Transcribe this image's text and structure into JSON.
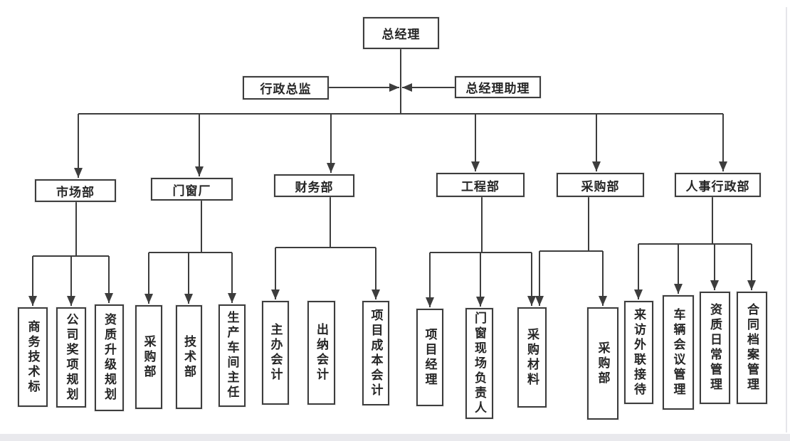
{
  "page": {
    "background": "#ffffff",
    "footer_strip_color": "#e9e9ed"
  },
  "org_chart": {
    "type": "org-tree",
    "line_color": "#3d3d3d",
    "box_border_color": "#3d3d3d",
    "text_color": "#262626",
    "root": {
      "label": "总经理"
    },
    "staff_left": {
      "label": "行政总监"
    },
    "staff_right": {
      "label": "总经理助理"
    },
    "departments": [
      {
        "label": "市场部",
        "children": [
          {
            "label": "商务技术标"
          },
          {
            "label": "公司奖项规划"
          },
          {
            "label": "资质升级规划"
          }
        ]
      },
      {
        "label": "门窗厂",
        "children": [
          {
            "label": "采购部"
          },
          {
            "label": "技术部"
          },
          {
            "label": "生产车间主任"
          }
        ]
      },
      {
        "label": "财务部",
        "children": [
          {
            "label": "主办会计"
          },
          {
            "label": "出纳会计"
          },
          {
            "label": "项目成本会计"
          }
        ]
      },
      {
        "label": "工程部",
        "children": [
          {
            "label": "项目经理"
          },
          {
            "label": "门窗现场负责人"
          },
          {
            "label": "采购材料"
          }
        ]
      },
      {
        "label": "采购部",
        "children": [
          {
            "label": "采购部"
          }
        ]
      },
      {
        "label": "人事行政部",
        "children": [
          {
            "label": "来访外联接待"
          },
          {
            "label": "车辆会议管理"
          },
          {
            "label": "资质日常管理"
          },
          {
            "label": "合同档案管理"
          }
        ]
      }
    ],
    "shared_report": {
      "child": "采购材料",
      "parents": [
        "工程部",
        "采购部"
      ]
    }
  }
}
